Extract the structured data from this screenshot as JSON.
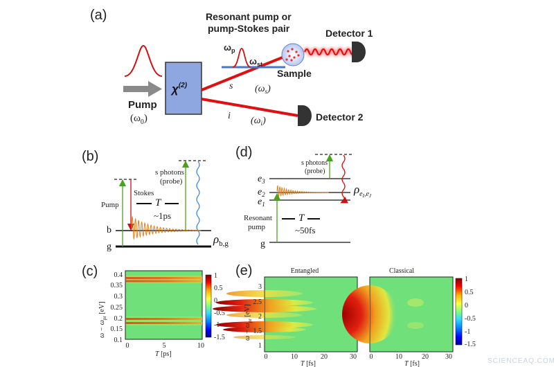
{
  "panels": {
    "a": "(a)",
    "b": "(b)",
    "c": "(c)",
    "d": "(d)",
    "e": "(e)"
  },
  "panel_a": {
    "title_line1": "Resonant pump or",
    "title_line2": "pump-Stokes pair",
    "omega_p": "ω",
    "omega_p_sub": "p",
    "omega_st": "ω",
    "omega_st_sub": "st",
    "sample": "Sample",
    "detector1": "Detector 1",
    "detector2": "Detector 2",
    "crystal": "χ",
    "crystal_sup": "(2)",
    "pump": "Pump",
    "pump_freq": "(ω",
    "pump_freq_sub": "0",
    "pump_freq_close": ")",
    "s_label": "s",
    "s_freq": "(ω",
    "s_freq_sub": "s",
    "s_freq_close": ")",
    "i_label": "i",
    "i_freq": "(ω",
    "i_freq_sub": "i",
    "i_freq_close": ")",
    "colors": {
      "crystal": "#8fa7e0",
      "beam": "#e01010",
      "pump_arrow": "#808080",
      "stokes": "#4a78c8"
    }
  },
  "panel_b": {
    "s_photons": "s photons",
    "probe": "(probe)",
    "stokes": "Stokes",
    "pump": "Pump",
    "T": "T",
    "T_value": "~1ps",
    "level_b": "b",
    "level_g": "g",
    "rho": "ρ",
    "rho_sub": "b,g",
    "colors": {
      "pump_arrow": "#4aa020",
      "stokes_arrow": "#d01010",
      "oscillation": "#e08020",
      "probe_wave": "#3a8ad8"
    }
  },
  "panel_d": {
    "s_photons": "s photons",
    "probe": "(probe)",
    "e3": "e",
    "e3_sub": "3",
    "e2": "e",
    "e2_sub": "2",
    "e1": "e",
    "e1_sub": "1",
    "rho": "ρ",
    "rho_sub": "e",
    "rho_sub2": "I",
    "rho_sub3": ",e",
    "rho_sub4": "J",
    "resonant": "Resonant",
    "pump": "pump",
    "T": "T",
    "T_value": "~50fs",
    "level_g": "g"
  },
  "panel_c": {
    "ylabel": "ω − ω",
    "ylabel_sub": "pr",
    "ylabel_unit": " [eV]",
    "xlabel": "T",
    "xlabel_unit": " [ps]",
    "yticks": [
      "0.4",
      "0.35",
      "0.3",
      "0.25",
      "0.2",
      "0.15",
      "0.1"
    ],
    "xticks": [
      "0",
      "5",
      "10"
    ],
    "cbar_ticks": [
      "1",
      "0.5",
      "0",
      "-0.5",
      "-1",
      "-1.5"
    ]
  },
  "panel_e": {
    "title_left": "Entangled",
    "title_right": "Classical",
    "ylabel": "ω − ω",
    "ylabel_sub": "pr",
    "ylabel_unit": " [eV]",
    "xlabel": "T",
    "xlabel_unit": " [fs]",
    "yticks": [
      "3",
      "2.5",
      "2",
      "1.5",
      "1"
    ],
    "xticks": [
      "0",
      "10",
      "20",
      "30"
    ],
    "cbar_ticks": [
      "1",
      "0.5",
      "0",
      "-0.5",
      "-1",
      "-1.5"
    ]
  },
  "watermark": "SCIENCEAQ.COM"
}
